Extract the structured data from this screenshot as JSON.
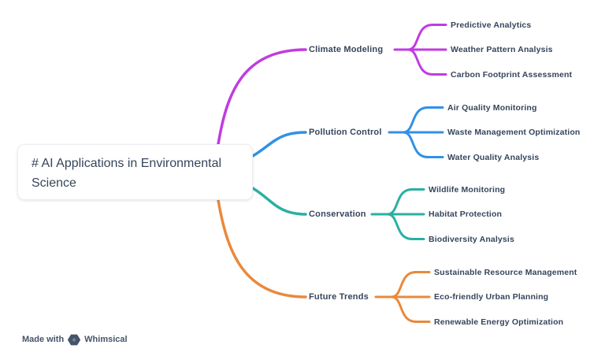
{
  "root": {
    "line1": "# AI Applications in Environmental",
    "line2": "Science"
  },
  "branches": [
    {
      "label": "Climate Modeling",
      "color": "#c13be0",
      "children": [
        "Predictive Analytics",
        "Weather Pattern Analysis",
        "Carbon Footprint Assessment"
      ]
    },
    {
      "label": "Pollution Control",
      "color": "#3191e5",
      "children": [
        "Air Quality Monitoring",
        "Waste Management Optimization",
        "Water Quality Analysis"
      ]
    },
    {
      "label": "Conservation",
      "color": "#29b0a2",
      "children": [
        "Wildlife Monitoring",
        "Habitat Protection",
        "Biodiversity Analysis"
      ]
    },
    {
      "label": "Future Trends",
      "color": "#e9893c",
      "children": [
        "Sustainable Resource Management",
        "Eco-friendly Urban Planning",
        "Renewable Energy Optimization"
      ]
    }
  ],
  "colors": {
    "text": "#36455c",
    "footer_text": "#44546a",
    "background": "#ffffff"
  },
  "footer": {
    "made_with": "Made with",
    "brand": "Whimsical"
  }
}
